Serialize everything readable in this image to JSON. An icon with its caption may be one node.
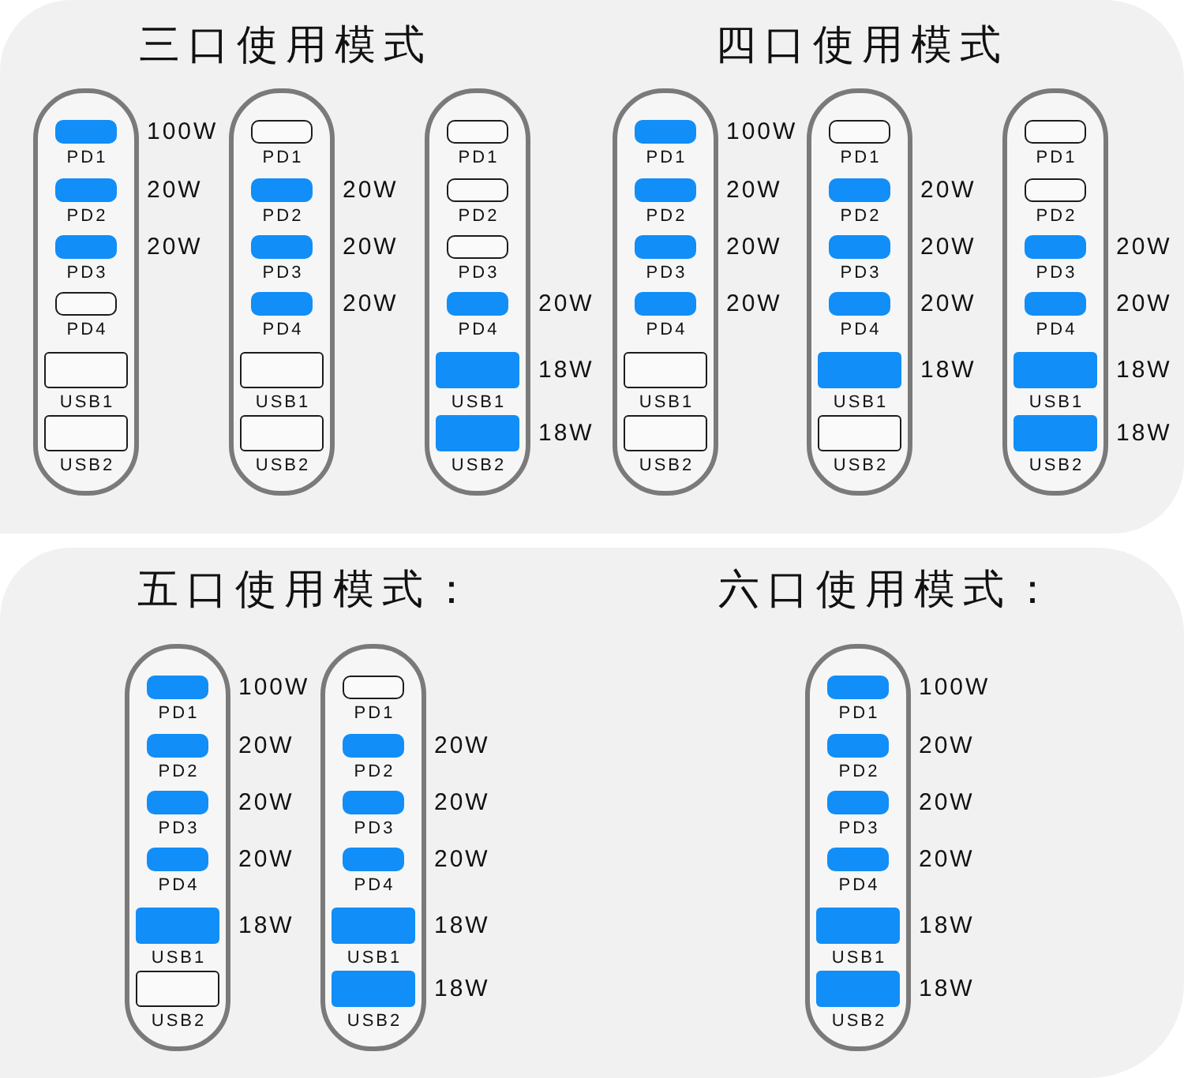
{
  "diagram": {
    "nodes": [
      {
        "text": [
          "三口使用模式",
          "四口使用模式"
        ]
      },
      {
        "text": [],
        "shape": "box",
        "in": 0
      },
      {
        "text": [
          "PD1"
        ],
        "in": 1,
        "beside": [
          "100W"
        ]
      },
      {
        "text": [
          "PD2"
        ],
        "in": 1,
        "beside": [
          "20W"
        ]
      },
      {
        "text": [
          "PD3"
        ],
        "in": 1,
        "beside": [
          "20W"
        ]
      },
      {
        "text": [
          "PD4"
        ],
        "in": 1
      },
      {
        "text": [
          "USB1"
        ],
        "in": 1
      },
      {
        "text": [
          "USB2"
        ],
        "in": 1
      },
      {
        "text": [],
        "shape": "box",
        "in": 0
      },
      {
        "text": [
          "PD1"
        ],
        "in": 8
      },
      {
        "text": [
          "PD2"
        ],
        "in": 8,
        "beside": [
          "20W"
        ]
      },
      {
        "text": [
          "PD3"
        ],
        "in": 8,
        "beside": [
          "20W"
        ]
      },
      {
        "text": [
          "PD4"
        ],
        "in": 8,
        "beside": [
          "20W"
        ]
      },
      {
        "text": [
          "USB1"
        ],
        "in": 8
      },
      {
        "text": [
          "USB2"
        ],
        "in": 8
      },
      {
        "text": [],
        "shape": "box",
        "in": 0
      },
      {
        "text": [
          "PD1"
        ],
        "in": 15
      },
      {
        "text": [
          "PD2"
        ],
        "in": 15
      },
      {
        "text": [
          "PD3"
        ],
        "in": 15
      },
      {
        "text": [
          "PD4"
        ],
        "in": 15,
        "beside": [
          "20W"
        ]
      },
      {
        "text": [
          "USB1"
        ],
        "in": 15,
        "beside": [
          "18W"
        ]
      },
      {
        "text": [
          "USB2"
        ],
        "in": 15,
        "beside": [
          "18W"
        ]
      },
      {
        "text": [],
        "shape": "box",
        "in": 0
      },
      {
        "text": [
          "PD1"
        ],
        "in": 22,
        "beside": [
          "100W"
        ]
      },
      {
        "text": [
          "PD2"
        ],
        "in": 22,
        "beside": [
          "20W"
        ]
      },
      {
        "text": [
          "PD3"
        ],
        "in": 22,
        "beside": [
          "20W"
        ]
      },
      {
        "text": [
          "PD4"
        ],
        "in": 22,
        "beside": [
          "20W"
        ]
      },
      {
        "text": [
          "USB1"
        ],
        "in": 22
      },
      {
        "text": [
          "USB2"
        ],
        "in": 22
      },
      {
        "text": [],
        "shape": "box",
        "in": 0
      },
      {
        "text": [
          "PD1"
        ],
        "in": 29
      },
      {
        "text": [
          "PD2"
        ],
        "in": 29,
        "beside": [
          "20W"
        ]
      },
      {
        "text": [
          "PD3"
        ],
        "in": 29,
        "beside": [
          "20W"
        ]
      },
      {
        "text": [
          "PD4"
        ],
        "in": 29,
        "beside": [
          "20W"
        ]
      },
      {
        "text": [
          "USB1"
        ],
        "in": 29,
        "beside": [
          "18W"
        ]
      },
      {
        "text": [
          "USB2"
        ],
        "in": 29
      },
      {
        "text": [],
        "shape": "box",
        "in": 0
      },
      {
        "text": [
          "PD1"
        ],
        "in": 36
      },
      {
        "text": [
          "PD2"
        ],
        "in": 36
      },
      {
        "text": [
          "PD3"
        ],
        "in": 36,
        "beside": [
          "20W"
        ]
      },
      {
        "text": [
          "PD4"
        ],
        "in": 36,
        "beside": [
          "20W"
        ]
      },
      {
        "text": [
          "USB1"
        ],
        "in": 36,
        "beside": [
          "18W"
        ]
      },
      {
        "text": [
          "USB2"
        ],
        "in": 36,
        "beside": [
          "18W"
        ]
      },
      {
        "text": [
          "五口使用模式：",
          "六口使用模式："
        ]
      },
      {
        "text": [],
        "shape": "box",
        "in": 43
      },
      {
        "text": [
          "PD1"
        ],
        "in": 44,
        "beside": [
          "100W"
        ]
      },
      {
        "text": [
          "PD2"
        ],
        "in": 44,
        "beside": [
          "20W"
        ]
      },
      {
        "text": [
          "PD3"
        ],
        "in": 44,
        "beside": [
          "20W"
        ]
      },
      {
        "text": [
          "PD4"
        ],
        "in": 44,
        "beside": [
          "20W"
        ]
      },
      {
        "text": [
          "USB1"
        ],
        "in": 44,
        "beside": [
          "18W"
        ]
      },
      {
        "text": [
          "USB2"
        ],
        "in": 44
      },
      {
        "text": [],
        "shape": "box",
        "in": 43
      },
      {
        "text": [
          "PD1"
        ],
        "in": 51
      },
      {
        "text": [
          "PD2"
        ],
        "in": 51,
        "beside": [
          "20W"
        ]
      },
      {
        "text": [
          "PD3"
        ],
        "in": 51,
        "beside": [
          "20W"
        ]
      },
      {
        "text": [
          "PD4"
        ],
        "in": 51,
        "beside": [
          "20W"
        ]
      },
      {
        "text": [
          "USB1"
        ],
        "in": 51,
        "beside": [
          "18W"
        ]
      },
      {
        "text": [
          "USB2"
        ],
        "in": 51,
        "beside": [
          "18W"
        ]
      },
      {
        "text": [],
        "shape": "box",
        "in": 43
      },
      {
        "text": [
          "PD1"
        ],
        "in": 58,
        "beside": [
          "100W"
        ]
      },
      {
        "text": [
          "PD2"
        ],
        "in": 58,
        "beside": [
          "20W"
        ]
      },
      {
        "text": [
          "PD3"
        ],
        "in": 58,
        "beside": [
          "20W"
        ]
      },
      {
        "text": [
          "PD4"
        ],
        "in": 58,
        "beside": [
          "20W"
        ]
      },
      {
        "text": [
          "USB1"
        ],
        "in": 58,
        "beside": [
          "18W"
        ]
      },
      {
        "text": [
          "USB2"
        ],
        "in": 58,
        "beside": [
          "18W"
        ]
      }
    ]
  }
}
